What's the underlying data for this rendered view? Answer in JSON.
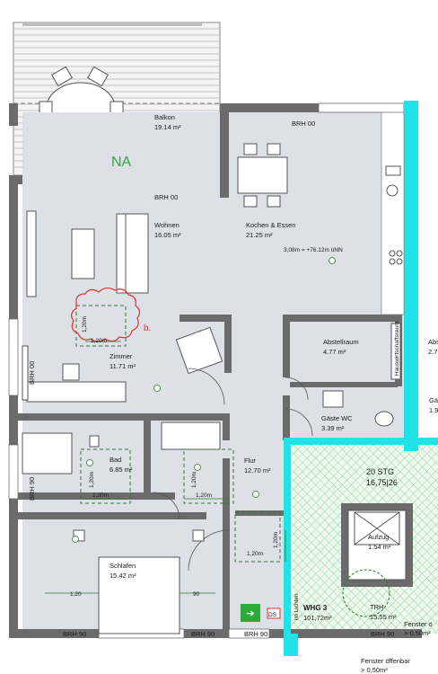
{
  "rooms": {
    "balkon": {
      "name": "Balkon",
      "area": "19.14 m²"
    },
    "wohnen": {
      "name": "Wohnen",
      "area": "16.05 m²"
    },
    "kochen": {
      "name": "Kochen & Essen",
      "area": "21.25 m²"
    },
    "zimmer": {
      "name": "Zimmer",
      "area": "11.71 m²"
    },
    "abstell": {
      "name": "Abstellraum",
      "area": "4.77 m²"
    },
    "gaeste": {
      "name": "Gäste WC",
      "area": "3.39 m²"
    },
    "bad": {
      "name": "Bad",
      "area": "6.85 m²"
    },
    "flur": {
      "name": "Flur",
      "area": "12.70 m²"
    },
    "schlafen": {
      "name": "Schlafen",
      "area": "15.42 m²"
    },
    "aufzug": {
      "name": "Aufzug",
      "area": "1.54 m²"
    },
    "trh": {
      "name": "TRH",
      "area": "15.55 m²"
    },
    "abs_cut": {
      "name": "Abs",
      "area": "2.7"
    },
    "gae_cut": {
      "name": "Gä",
      "area": "1.9"
    }
  },
  "annotations": {
    "na": "NA",
    "brh00_top": "BRH 00",
    "brh00_mid": "BRH 00",
    "brh00_side": "BRH 00",
    "brh90_side": "BRH 90",
    "brh90_a": "BRH 90",
    "brh90_b": "BRH 90",
    "brh90_c": "BRH 90",
    "brh90_d": "BRH 90",
    "height": "3,08m = +76.12m üNN",
    "b_mark": "b.",
    "dim_120": "1,20m",
    "dim_120b": "1,20",
    "dim_90": "90",
    "stg": "20 STG",
    "stg_dim": "16,75|26",
    "whg": "WHG 3",
    "whg_area": "101,72m²",
    "ds": "DS",
    "im_lichten": "im Lichten",
    "hw": "Hauswirtschaftsraum",
    "fenster1": "Fenster ö",
    "fenster1b": "> 0,50m²",
    "fenster2": "Fenster öffenbar",
    "fenster2b": "> 0,50m²"
  },
  "colors": {
    "wall": "#6b6b6b",
    "floor": "#dde0e6",
    "cyan": "#1fe3e8",
    "hatch": "#7fd08a",
    "cloud": "#e03030",
    "dash": "#2e7d32"
  }
}
